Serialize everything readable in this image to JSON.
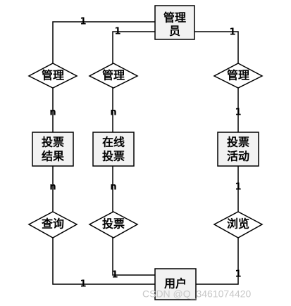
{
  "entities": {
    "admin": [
      "管理",
      "员"
    ],
    "vote_result": [
      "投票",
      "结果"
    ],
    "online_vote": [
      "在线",
      "投票"
    ],
    "vote_activity": [
      "投票",
      "活动"
    ],
    "user": [
      "用户"
    ]
  },
  "relations": {
    "manage_result": "管理",
    "manage_online": "管理",
    "manage_activity": "管理",
    "query": "查询",
    "vote": "投票",
    "browse": "浏览"
  },
  "cardinalities": {
    "admin_result": "1",
    "admin_online": "1",
    "admin_activity": "1",
    "manage_result_n": "n",
    "manage_online_n": "n",
    "manage_activity_1": "1",
    "result_query_n": "n",
    "online_vote_n": "n",
    "activity_browse_1": "1",
    "user_query": "1",
    "user_vote": "1",
    "user_browse": "1"
  },
  "watermark": "CSDN @Q_3461074420"
}
